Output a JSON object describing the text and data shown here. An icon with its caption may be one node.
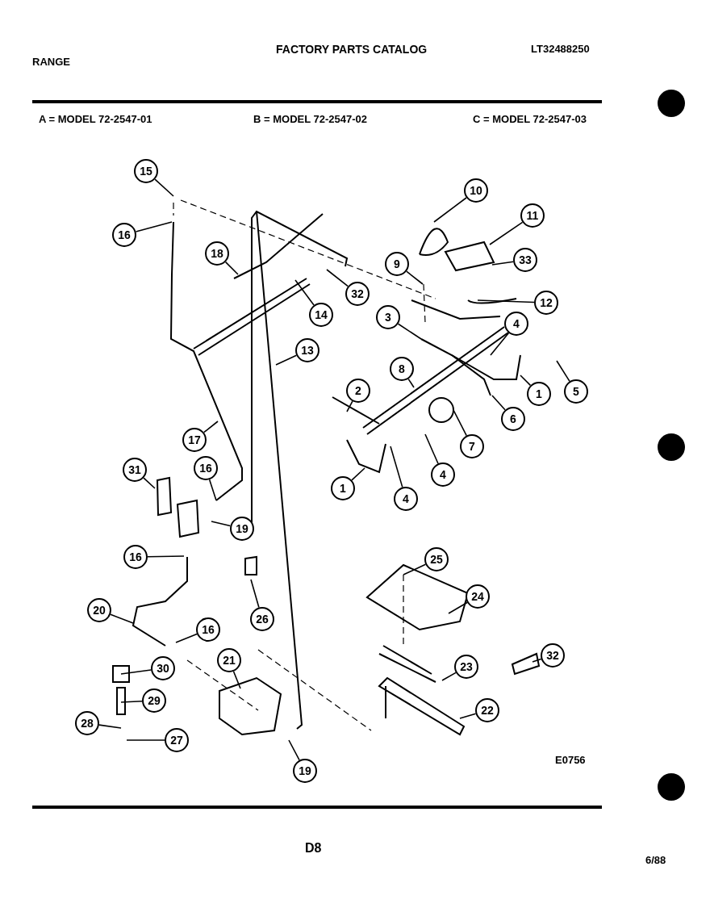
{
  "diagram": {
    "title": "FACTORY PARTS CATALOG",
    "nodes": [
      {
        "text": [
          "15"
        ]
      },
      {
        "text": [
          "16"
        ]
      },
      {
        "text": [
          "10"
        ]
      },
      {
        "text": [
          "11"
        ]
      },
      {
        "text": [
          "18"
        ]
      },
      {
        "text": [
          "33"
        ]
      },
      {
        "text": [
          "9"
        ]
      },
      {
        "text": [
          "32"
        ]
      },
      {
        "text": [
          "12"
        ]
      },
      {
        "text": [
          "14"
        ]
      },
      {
        "text": [
          "3"
        ]
      },
      {
        "text": [
          "4"
        ]
      },
      {
        "text": [
          "13"
        ]
      },
      {
        "text": [
          "8"
        ]
      },
      {
        "text": [
          "2"
        ]
      },
      {
        "text": [
          "1"
        ]
      },
      {
        "text": [
          "5"
        ]
      },
      {
        "text": [
          "6"
        ]
      },
      {
        "text": [
          "17"
        ]
      },
      {
        "text": [
          "7"
        ]
      },
      {
        "text": [
          "16"
        ]
      },
      {
        "text": [
          "31"
        ]
      },
      {
        "text": [
          "4"
        ]
      },
      {
        "text": [
          "1"
        ]
      },
      {
        "text": [
          "4"
        ]
      },
      {
        "text": [
          "19"
        ]
      },
      {
        "text": [
          "16"
        ]
      },
      {
        "text": [
          "25"
        ]
      },
      {
        "text": [
          "24"
        ]
      },
      {
        "text": [
          "20"
        ]
      },
      {
        "text": [
          "26"
        ]
      },
      {
        "text": [
          "16"
        ]
      },
      {
        "text": [
          "21"
        ]
      },
      {
        "text": [
          "23"
        ]
      },
      {
        "text": [
          "32"
        ]
      },
      {
        "text": [
          "30"
        ]
      },
      {
        "text": [
          "29"
        ]
      },
      {
        "text": [
          "22"
        ]
      },
      {
        "text": [
          "28"
        ]
      },
      {
        "text": [
          "27"
        ]
      },
      {
        "text": [
          "19"
        ]
      }
    ],
    "edges": [
      {
        "from": 0,
        "to": null,
        "arrow": "none"
      },
      {
        "from": 1,
        "to": null,
        "arrow": "none"
      },
      {
        "from": 2,
        "to": null,
        "arrow": "none"
      },
      {
        "from": 3,
        "to": null,
        "arrow": "none"
      },
      {
        "from": 4,
        "to": null,
        "arrow": "none"
      },
      {
        "from": 5,
        "to": null,
        "arrow": "none"
      },
      {
        "from": 6,
        "to": null,
        "arrow": "none"
      },
      {
        "from": 7,
        "to": null,
        "arrow": "none"
      },
      {
        "from": 8,
        "to": null,
        "arrow": "none"
      },
      {
        "from": 9,
        "to": null,
        "arrow": "none"
      },
      {
        "from": 10,
        "to": null,
        "arrow": "none"
      },
      {
        "from": 11,
        "to": null,
        "arrow": "none"
      },
      {
        "from": 12,
        "to": null,
        "arrow": "none"
      },
      {
        "from": 13,
        "to": null,
        "arrow": "none"
      },
      {
        "from": 14,
        "to": null,
        "arrow": "none"
      },
      {
        "from": 15,
        "to": null,
        "arrow": "none"
      },
      {
        "from": 16,
        "to": null,
        "arrow": "none"
      },
      {
        "from": 17,
        "to": null,
        "arrow": "none"
      },
      {
        "from": 18,
        "to": null,
        "arrow": "none"
      },
      {
        "from": 19,
        "to": null,
        "arrow": "none"
      },
      {
        "from": 20,
        "to": null,
        "arrow": "none"
      },
      {
        "from": 21,
        "to": null,
        "arrow": "none"
      },
      {
        "from": 22,
        "to": null,
        "arrow": "none"
      },
      {
        "from": 23,
        "to": null,
        "arrow": "none"
      },
      {
        "from": 24,
        "to": null,
        "arrow": "none"
      },
      {
        "from": 25,
        "to": null,
        "arrow": "none"
      },
      {
        "from": 26,
        "to": null,
        "arrow": "none"
      },
      {
        "from": 27,
        "to": null,
        "arrow": "none"
      },
      {
        "from": 28,
        "to": null,
        "arrow": "none"
      },
      {
        "from": 29,
        "to": null,
        "arrow": "none"
      },
      {
        "from": 30,
        "to": null,
        "arrow": "none"
      },
      {
        "from": 31,
        "to": null,
        "arrow": "none"
      },
      {
        "from": 32,
        "to": null,
        "arrow": "none"
      },
      {
        "from": 33,
        "to": null,
        "arrow": "none"
      },
      {
        "from": 34,
        "to": null,
        "arrow": "none"
      },
      {
        "from": 35,
        "to": null,
        "arrow": "none"
      },
      {
        "from": 36,
        "to": null,
        "arrow": "none"
      },
      {
        "from": 37,
        "to": null,
        "arrow": "none"
      },
      {
        "from": 38,
        "to": null,
        "arrow": "none"
      },
      {
        "from": 39,
        "to": null,
        "arrow": "none"
      },
      {
        "from": 40,
        "to": null,
        "arrow": "none"
      }
    ],
    "labels": [
      "RANGE",
      "LT32488250",
      "A = MODEL 72-2547-01",
      "B = MODEL 72-2547-02",
      "C = MODEL 72-2547-03",
      "E0756",
      "D8",
      "6/88"
    ]
  }
}
